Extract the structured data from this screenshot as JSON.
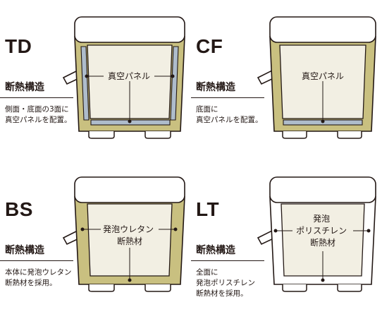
{
  "panels": [
    {
      "code": "TD",
      "structure": "断熱構造",
      "description": "側面・底面の3面に\n真空パネルを配置。",
      "label_lines": [
        "真空パネル"
      ],
      "wall_color": "#c9c080",
      "panel_color": "#aebccb",
      "interior_color": "#f2efe3"
    },
    {
      "code": "CF",
      "structure": "断熱構造",
      "description": "底面に\n真空パネルを配置。",
      "label_lines": [
        "真空パネル"
      ],
      "wall_color": "#c9c080",
      "panel_color": "#aebccb",
      "interior_color": "#f2efe3"
    },
    {
      "code": "BS",
      "structure": "断熱構造",
      "description": "本体に発泡ウレタン\n断熱材を採用。",
      "label_lines": [
        "発泡ウレタン",
        "断熱材"
      ],
      "wall_color": "#c9c080",
      "interior_color": "#f2efe3"
    },
    {
      "code": "LT",
      "structure": "断熱構造",
      "description": "全面に\n発泡ポリスチレン\n断熱材を採用。",
      "label_lines": [
        "発泡",
        "ポリスチレン",
        "断熱材"
      ],
      "wall_color": "#ffffff",
      "interior_color": "#f2efe3"
    }
  ]
}
